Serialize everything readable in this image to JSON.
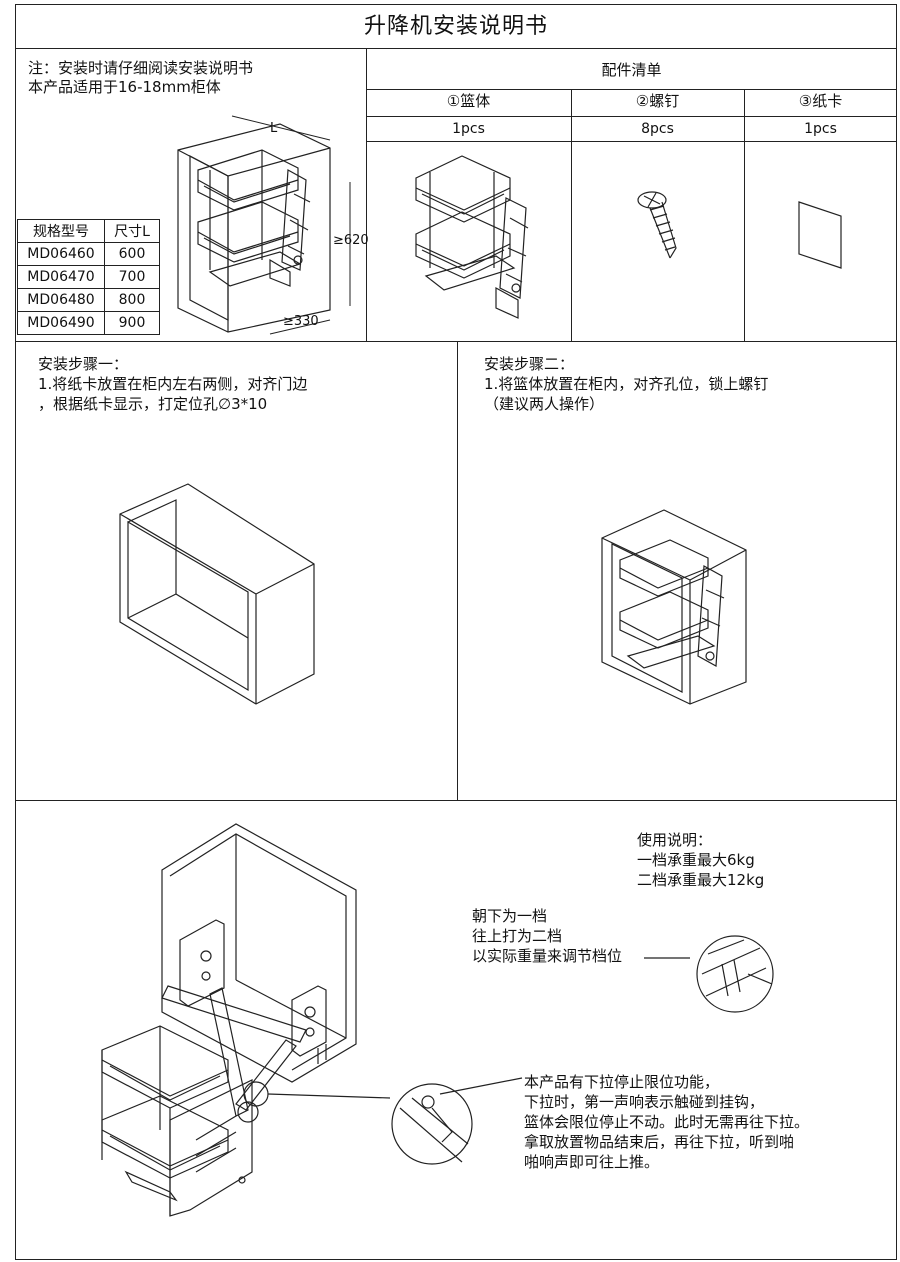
{
  "title": "升降机安装说明书",
  "header": {
    "note_line1": "注：安装时请仔细阅读安装说明书",
    "note_line2": "本产品适用于16-18mm柜体",
    "dim_width": "L",
    "dim_height": "≥620",
    "dim_depth": "≥330"
  },
  "spec_table": {
    "col_model": "规格型号",
    "col_size": "尺寸L",
    "rows": [
      {
        "model": "MD06460",
        "size": "600"
      },
      {
        "model": "MD06470",
        "size": "700"
      },
      {
        "model": "MD06480",
        "size": "800"
      },
      {
        "model": "MD06490",
        "size": "900"
      }
    ]
  },
  "parts": {
    "heading": "配件清单",
    "items": [
      {
        "name": "①篮体",
        "qty": "1pcs"
      },
      {
        "name": "②螺钉",
        "qty": "8pcs"
      },
      {
        "name": "③纸卡",
        "qty": "1pcs"
      }
    ]
  },
  "step1": {
    "title": "安装步骤一：",
    "line1": "1.将纸卡放置在柜内左右两侧，对齐门边",
    "line2": "，根据纸卡显示，打定位孔∅3*10"
  },
  "step2": {
    "title": "安装步骤二：",
    "line1": "1.将篮体放置在柜内，对齐孔位，锁上螺钉",
    "line2": "（建议两人操作）"
  },
  "usage": {
    "title": "使用说明：",
    "line1": "一档承重最大6kg",
    "line2": "二档承重最大12kg"
  },
  "gear_note": {
    "line1": "朝下为一档",
    "line2": "往上打为二档",
    "line3": "以实际重量来调节档位"
  },
  "stop_note": {
    "line1": "本产品有下拉停止限位功能，",
    "line2": "下拉时，第一声响表示触碰到挂钩，",
    "line3": "篮体会限位停止不动。此时无需再往下拉。",
    "line4": "拿取放置物品结束后，再往下拉，听到啪",
    "line5": "啪响声即可往上推。"
  }
}
